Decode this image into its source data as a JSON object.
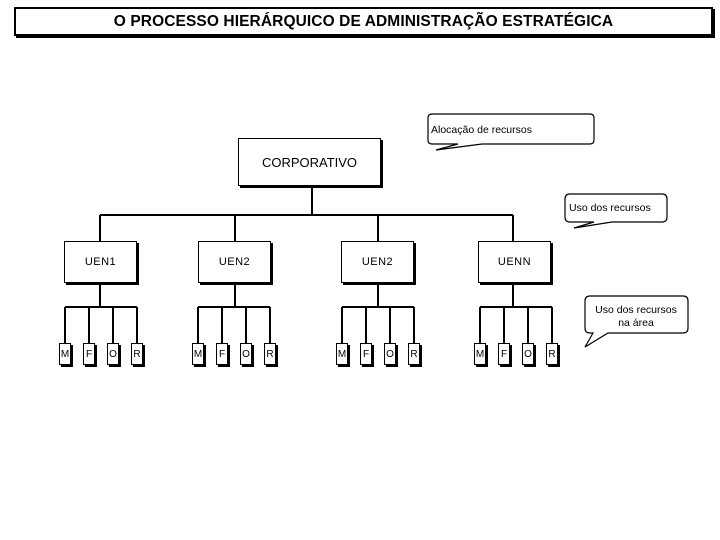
{
  "title": "O PROCESSO HIERÁRQUICO DE ADMINISTRAÇÃO ESTRATÉGICA",
  "root": {
    "label": "CORPORATIVO"
  },
  "units": [
    {
      "label": "UEN1"
    },
    {
      "label": "UEN2"
    },
    {
      "label": "UEN2"
    },
    {
      "label": "UENN"
    }
  ],
  "functions": [
    "M",
    "F",
    "O",
    "R"
  ],
  "callouts": {
    "allocation": "Alocação de recursos",
    "usage": "Uso dos recursos",
    "area_usage_line1": "Uso dos recursos",
    "area_usage_line2": "na área"
  }
}
